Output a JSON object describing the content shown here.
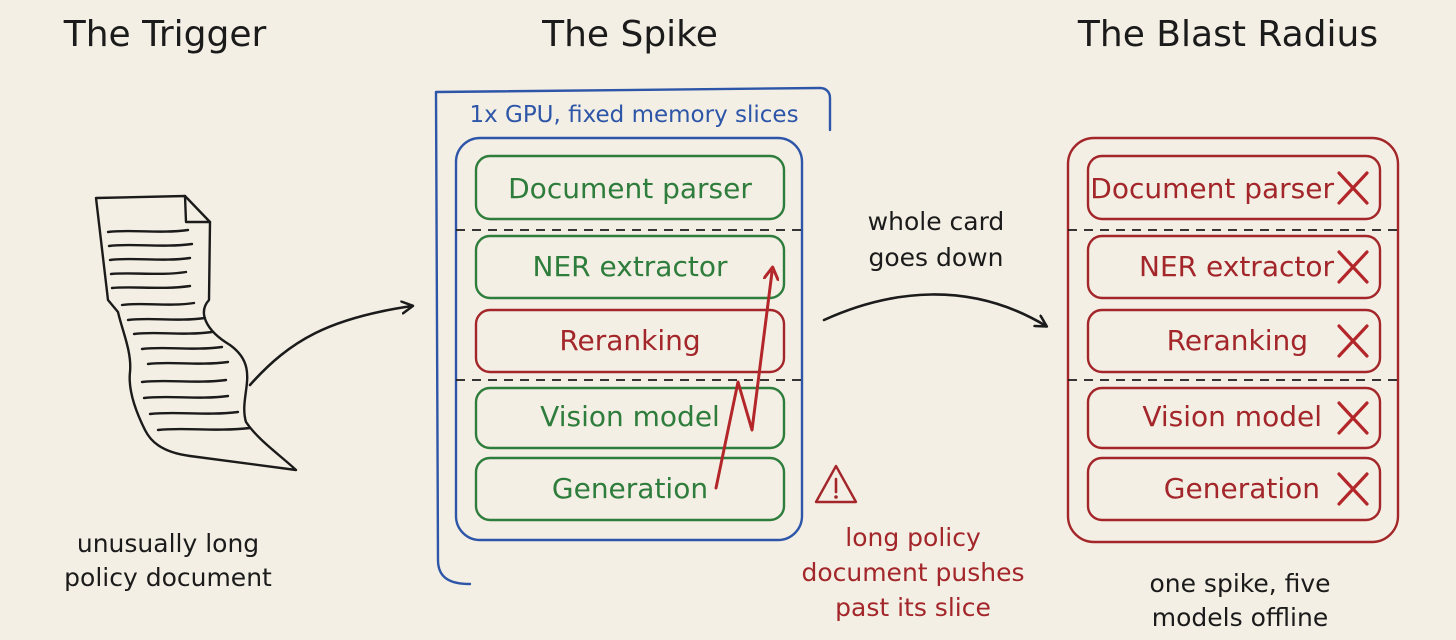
{
  "titles": {
    "trigger": "The Trigger",
    "spike": "The Spike",
    "blast": "The Blast Radius"
  },
  "trigger": {
    "caption_line1": "unusually long",
    "caption_line2": "policy document"
  },
  "spike": {
    "gpu_label": "1x GPU, fixed memory slices",
    "models": [
      {
        "label": "Document parser",
        "status": "ok"
      },
      {
        "label": "NER extractor",
        "status": "ok"
      },
      {
        "label": "Reranking",
        "status": "overloaded"
      },
      {
        "label": "Vision model",
        "status": "ok"
      },
      {
        "label": "Generation",
        "status": "ok"
      }
    ],
    "warning_line1": "long policy",
    "warning_line2": "document pushes",
    "warning_line3": "past its slice"
  },
  "transition": {
    "line1": "whole card",
    "line2": "goes down"
  },
  "blast": {
    "models": [
      {
        "label": "Document parser",
        "status": "offline"
      },
      {
        "label": "NER extractor",
        "status": "offline"
      },
      {
        "label": "Reranking",
        "status": "offline"
      },
      {
        "label": "Vision model",
        "status": "offline"
      },
      {
        "label": "Generation",
        "status": "offline"
      }
    ],
    "caption_line1": "one spike, five",
    "caption_line2": "models offline"
  },
  "colors": {
    "background": "#f4efe4",
    "ink": "#1b1b1b",
    "gpu_blue": "#2d55a8",
    "ok_green": "#2e7d3c",
    "fail_red": "#a3262a"
  }
}
